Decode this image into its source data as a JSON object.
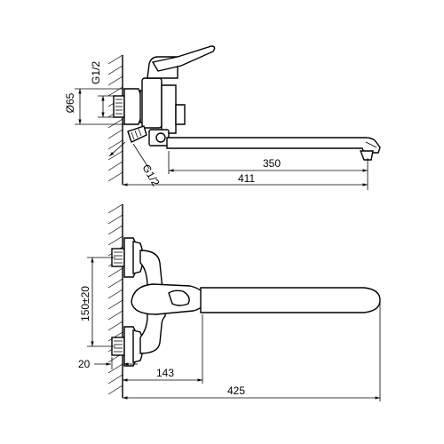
{
  "top_view": {
    "dim_diameter": "Ø65",
    "dim_thread_top": "G1/2",
    "dim_thread_angled": "G1/2",
    "dim_spout": "350",
    "dim_total": "411"
  },
  "front_view": {
    "dim_distance": "150±20",
    "dim_wall": "20",
    "dim_offset": "143",
    "dim_total": "425"
  }
}
